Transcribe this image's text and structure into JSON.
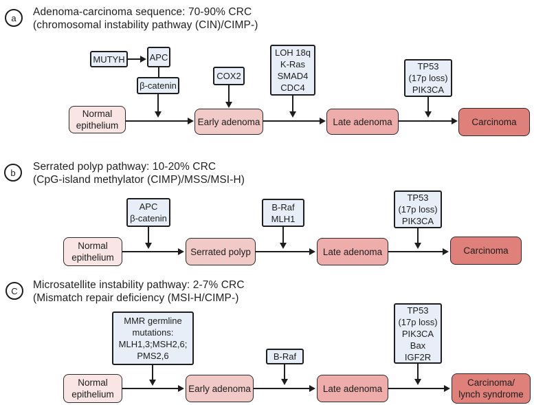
{
  "colors": {
    "background": "#ffffff",
    "line": "#1d1d1d",
    "annotation_fill": "#e8eef7",
    "stage_normal_fill": "#f9e5e4",
    "stage_early_fill": "#f1cac7",
    "stage_late_fill": "#eeadaa",
    "stage_carcinoma_fill": "#e0807b"
  },
  "sections": {
    "a": {
      "badge": "a",
      "title": "Adenoma-carcinoma sequence: 70-90% CRC\n(chromosomal instability pathway (CIN)/CIMP-)",
      "notes": {
        "mutyh": "MUTYH",
        "apc": "APC",
        "beta_catenin": "β-catenin",
        "cox2": "COX2",
        "loh": "LOH 18q\nK-Ras\nSMAD4\nCDC4",
        "tp53": "TP53\n(17p loss)\nPIK3CA"
      },
      "stages": {
        "normal": "Normal\nepithelium",
        "early": "Early adenoma",
        "late": "Late adenoma",
        "carcinoma": "Carcinoma"
      }
    },
    "b": {
      "badge": "b",
      "title": "Serrated polyp pathway: 10-20% CRC\n(CpG-island methylator (CIMP)/MSS/MSI-H)",
      "notes": {
        "apc_bcat": "APC\nβ-catenin",
        "braf_mlh1": "B-Raf\nMLH1",
        "tp53": "TP53\n(17p loss)\nPIK3CA"
      },
      "stages": {
        "normal": "Normal\nepithelium",
        "serrated": "Serrated polyp",
        "late": "Late adenoma",
        "carcinoma": "Carcinoma"
      }
    },
    "c": {
      "badge": "C",
      "title": "Microsatellite instability pathway: 2-7% CRC\n(Mismatch repair deficiency (MSI-H/CIMP-)",
      "notes": {
        "mmr": "MMR germline\nmutations:\nMLH1,3;MSH2,6;\nPMS2,6",
        "braf": "B-Raf",
        "tp53": "TP53\n(17p loss)\nPIK3CA\nBax\nIGF2R"
      },
      "stages": {
        "normal": "Normal\nepithelium",
        "early": "Early adenoma",
        "late": "Late adenoma",
        "carcinoma": "Carcinoma/\nlynch syndrome"
      }
    }
  }
}
